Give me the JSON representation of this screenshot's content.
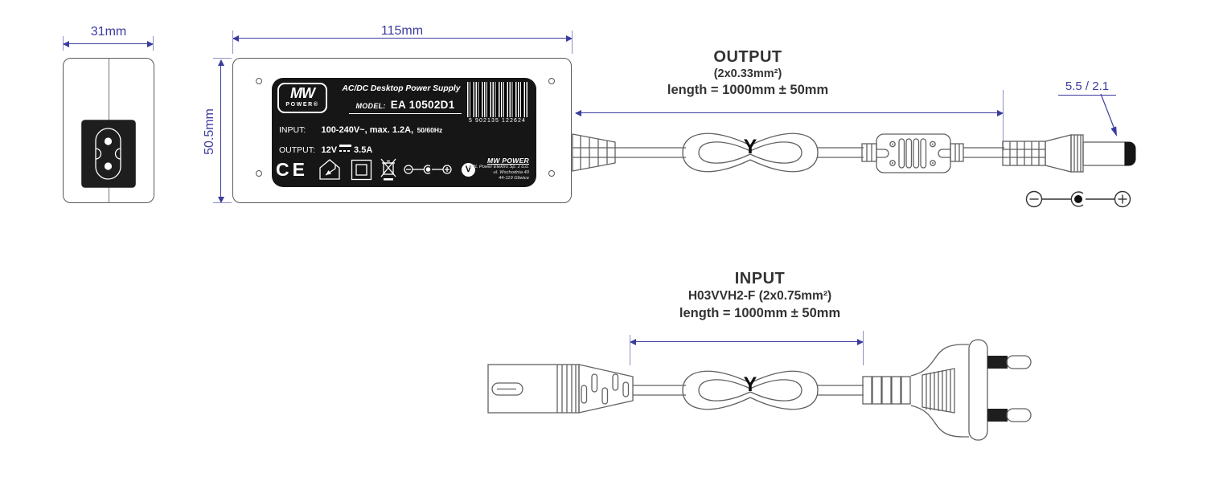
{
  "side_view": {
    "width_dim": "31mm"
  },
  "top_view": {
    "width_dim": "115mm",
    "height_dim": "50.5mm"
  },
  "label": {
    "logo": {
      "mw": "MW",
      "power": "POWER®"
    },
    "title": "AC/DC Desktop Power Supply",
    "model_label": "MODEL:",
    "model": "EA 10502D1",
    "barcode": "5 902135 122624",
    "input_label": "INPUT:",
    "input_value": "100-240V~, max. 1.2A,",
    "input_freq": "50/60Hz",
    "output_label": "OUTPUT:",
    "output_voltage": "12V",
    "output_current": "3.5A",
    "ce_mark": "CE",
    "efficiency_mark": "V",
    "address": {
      "brand": "MW POWER",
      "company": "MPL Power Elektro Sp. z o.o.",
      "street": "ul. Wschodnia 40",
      "city": "44-119 Gliwice"
    }
  },
  "output_section": {
    "title": "OUTPUT",
    "wire_spec": "(2x0.33mm²)",
    "length_note": "length = 1000mm ± 50mm",
    "cable_marker": "Y",
    "plug_dim": "5.5 / 2.1"
  },
  "input_section": {
    "title": "INPUT",
    "wire_spec": "H03VVH2-F (2x0.75mm²)",
    "length_note": "length = 1000mm ± 50mm",
    "cable_marker": "Y"
  }
}
